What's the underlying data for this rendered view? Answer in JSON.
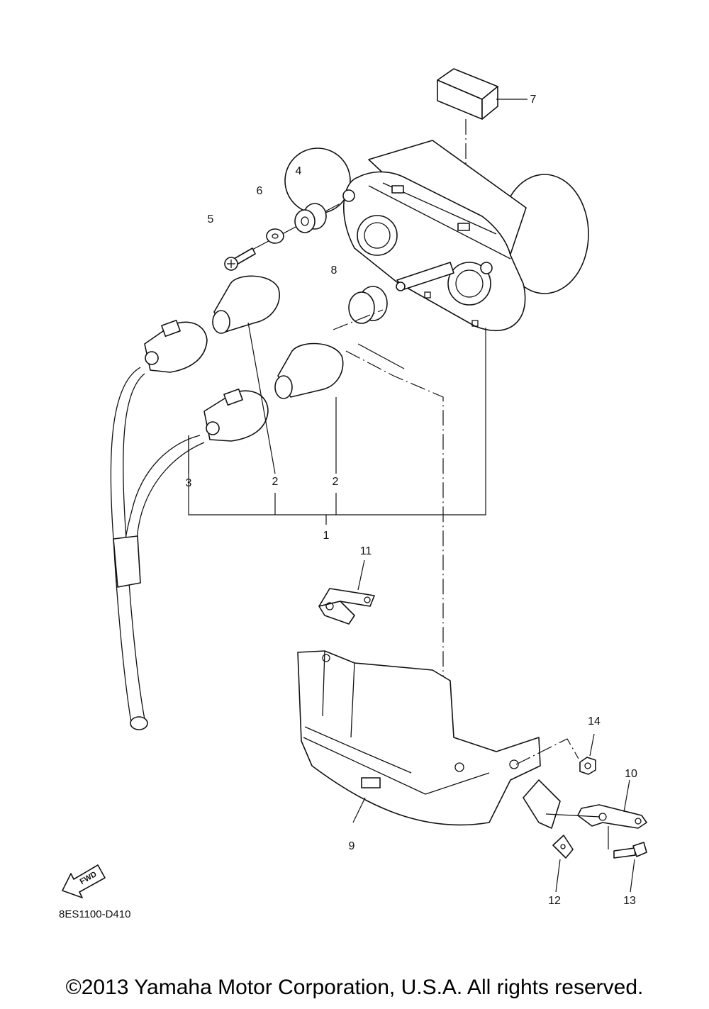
{
  "diagram": {
    "callouts": [
      "1",
      "2",
      "2",
      "3",
      "4",
      "5",
      "6",
      "7",
      "8",
      "9",
      "10",
      "11",
      "12",
      "13",
      "14"
    ],
    "part_code": "8ES1100-D410",
    "fwd_label": "FWD"
  },
  "footer": {
    "copyright": "©2013 Yamaha Motor Corporation, U.S.A. All rights reserved."
  }
}
